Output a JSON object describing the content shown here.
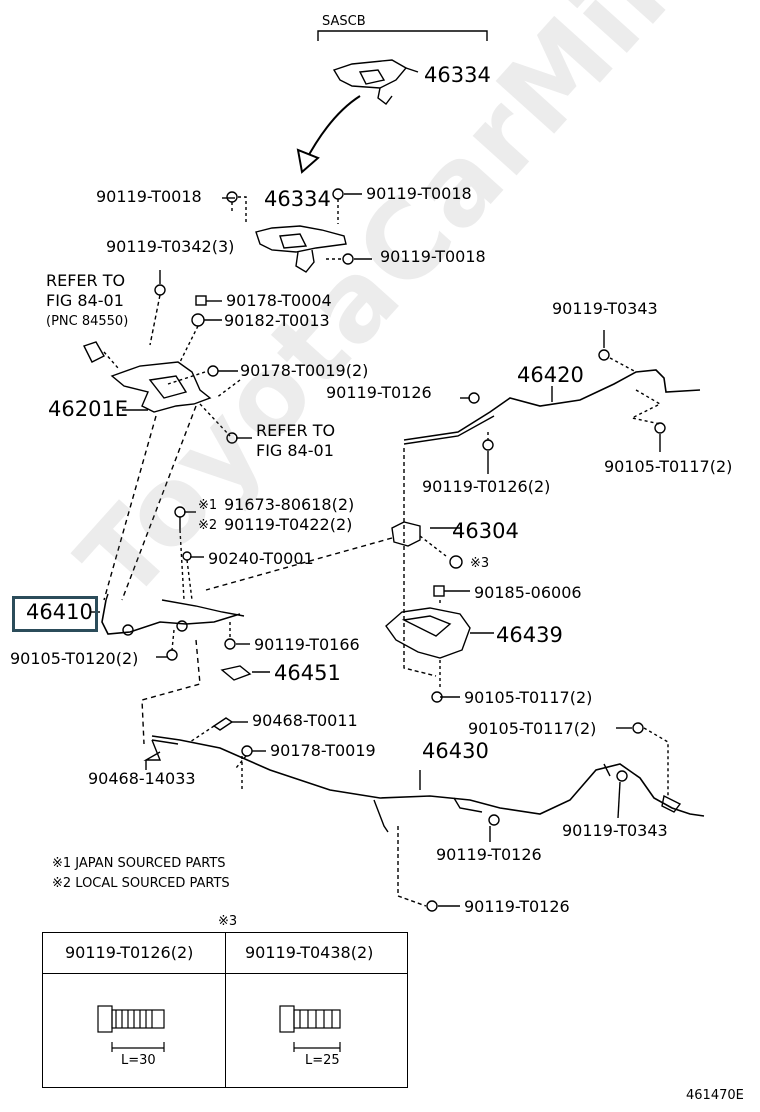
{
  "header_label": "SASCB",
  "part_labels": {
    "p46334_top": "46334",
    "p46334_mid": "46334",
    "b90119_T0018_a": "90119-T0018",
    "b90119_T0018_b": "90119-T0018",
    "b90119_T0018_c": "90119-T0018",
    "b90119_T0342": "90119-T0342(3)",
    "refer1_line1": "REFER TO",
    "refer1_line2": "FIG 84-01",
    "refer1_line3": "(PNC 84550)",
    "n90178_T0004": "90178-T0004",
    "n90182_T0013": "90182-T0013",
    "b90119_T0343_a": "90119-T0343",
    "p46420": "46420",
    "n90178_T0019_2": "90178-T0019(2)",
    "b90119_T0126_a": "90119-T0126",
    "p46201E": "46201E",
    "refer2_line1": "REFER TO",
    "refer2_line2": "FIG 84-01",
    "b90119_T0126_2": "90119-T0126(2)",
    "b90105_T0117_2a": "90105-T0117(2)",
    "b91673": "91673-80618(2)",
    "b90119_T0422": "90119-T0422(2)",
    "mark1": "※1",
    "mark2": "※2",
    "p46304": "46304",
    "s90240_T0001": "90240-T0001",
    "mark3": "※3",
    "c90185_06006": "90185-06006",
    "p46410": "46410",
    "p46439": "46439",
    "b90105_T0120": "90105-T0120(2)",
    "b90119_T0166": "90119-T0166",
    "p46451": "46451",
    "b90105_T0117_2b": "90105-T0117(2)",
    "c90468_T0011": "90468-T0011",
    "b90105_T0117_2c": "90105-T0117(2)",
    "p46430": "46430",
    "n90178_T0019": "90178-T0019",
    "c90468_14033": "90468-14033",
    "b90119_T0343_b": "90119-T0343",
    "b90119_T0126_b": "90119-T0126",
    "b90119_T0126_c": "90119-T0126"
  },
  "notes": {
    "note1": "※1  JAPAN SOURCED PARTS",
    "note2": "※2  LOCAL SOURCED PARTS",
    "table_mark": "※3"
  },
  "table": {
    "col1_header": "90119-T0126(2)",
    "col2_header": "90119-T0438(2)",
    "col1_length": "L=30",
    "col2_length": "L=25"
  },
  "figure_code": "461470E",
  "watermark": "ToyotaCarMine.ru",
  "colors": {
    "highlight_box": "#2b4c5a",
    "line": "#000000"
  }
}
